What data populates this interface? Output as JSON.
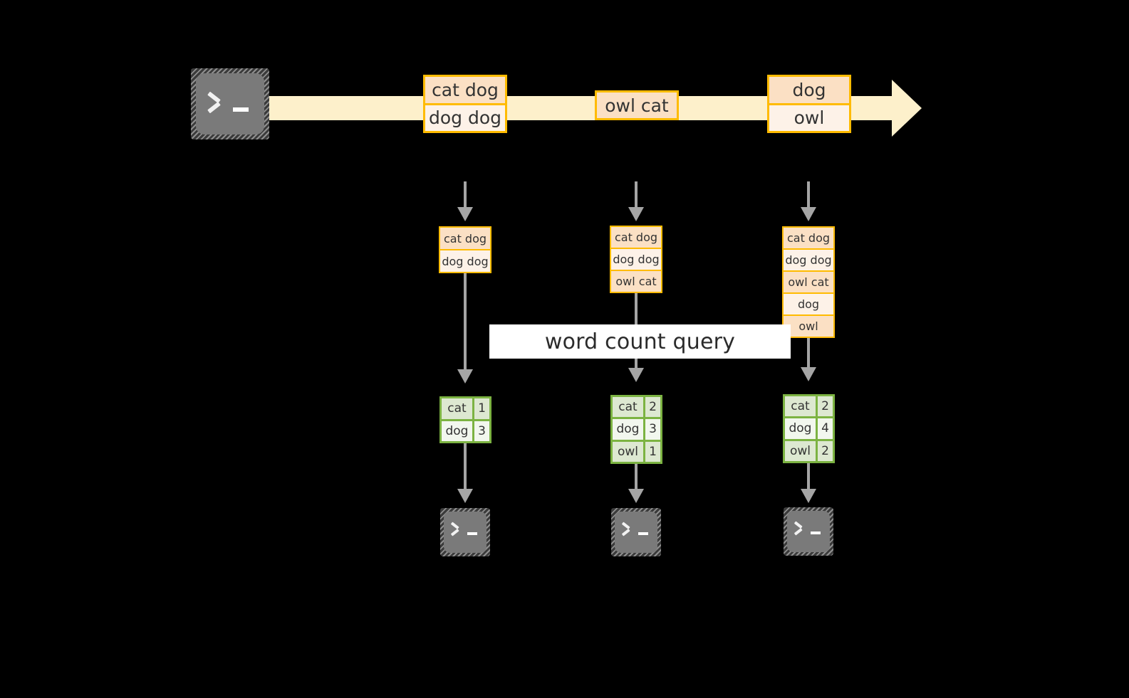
{
  "diagram": {
    "title_label": "word count query",
    "colors": {
      "stream_fill": "#fdf0cb",
      "record_border": "#ffbb00",
      "record_fill_dark": "#fbe0c4",
      "record_fill_light": "#fdf2e8",
      "table_border": "#7cb342",
      "table_fill_tint": "#dde8d1",
      "table_fill_plain": "#f2f7ee",
      "connector": "#a5a5a5",
      "terminal_body": "#7a7a7a",
      "background": "#000000",
      "label_background": "#ffffff"
    },
    "source_terminal": {
      "icon": "terminal-icon",
      "prompt": ">_"
    },
    "stream": {
      "arrow_icon": "right-arrow-icon",
      "groups": [
        {
          "name": "stream-group-1",
          "rows": [
            {
              "text": "cat dog",
              "shade": "dark"
            },
            {
              "text": "dog dog",
              "shade": "light"
            }
          ]
        },
        {
          "name": "stream-group-2",
          "rows": [
            {
              "text": "owl cat",
              "shade": "dark"
            }
          ]
        },
        {
          "name": "stream-group-3",
          "rows": [
            {
              "text": "dog",
              "shade": "dark"
            },
            {
              "text": "owl",
              "shade": "light"
            }
          ]
        }
      ]
    },
    "columns": [
      {
        "name": "snapshot-column-1",
        "input_arrow": "dashed-down-arrow-icon",
        "buffer_rows": [
          {
            "text": "cat dog",
            "shade": "dark"
          },
          {
            "text": "dog dog",
            "shade": "light"
          }
        ],
        "result_rows": [
          {
            "word": "cat",
            "count": "1",
            "shade": "tint"
          },
          {
            "word": "dog",
            "count": "3",
            "shade": "plain"
          }
        ],
        "sink_terminal": {
          "icon": "terminal-icon",
          "prompt": ">_"
        }
      },
      {
        "name": "snapshot-column-2",
        "input_arrow": "dashed-down-arrow-icon",
        "buffer_rows": [
          {
            "text": "cat dog",
            "shade": "dark"
          },
          {
            "text": "dog dog",
            "shade": "light"
          },
          {
            "text": "owl cat",
            "shade": "dark"
          }
        ],
        "result_rows": [
          {
            "word": "cat",
            "count": "2",
            "shade": "tint"
          },
          {
            "word": "dog",
            "count": "3",
            "shade": "plain"
          },
          {
            "word": "owl",
            "count": "1",
            "shade": "tint"
          }
        ],
        "sink_terminal": {
          "icon": "terminal-icon",
          "prompt": ">_"
        }
      },
      {
        "name": "snapshot-column-3",
        "input_arrow": "dashed-down-arrow-icon",
        "buffer_rows": [
          {
            "text": "cat dog",
            "shade": "dark"
          },
          {
            "text": "dog dog",
            "shade": "light"
          },
          {
            "text": "owl cat",
            "shade": "dark"
          },
          {
            "text": "dog",
            "shade": "light"
          },
          {
            "text": "owl",
            "shade": "dark"
          }
        ],
        "result_rows": [
          {
            "word": "cat",
            "count": "2",
            "shade": "tint"
          },
          {
            "word": "dog",
            "count": "4",
            "shade": "plain"
          },
          {
            "word": "owl",
            "count": "2",
            "shade": "tint"
          }
        ],
        "sink_terminal": {
          "icon": "terminal-icon",
          "prompt": ">_"
        }
      }
    ]
  }
}
